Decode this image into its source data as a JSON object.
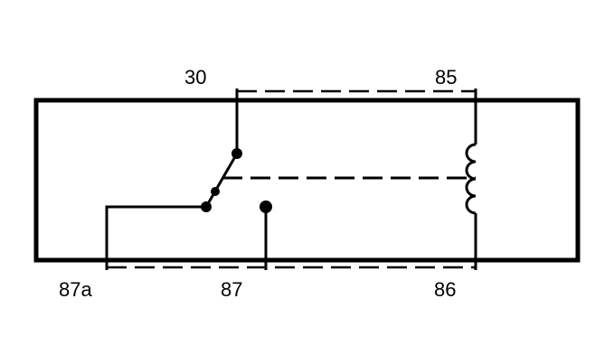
{
  "diagram": {
    "terminals": {
      "t30": "30",
      "t85": "85",
      "t87a": "87a",
      "t87": "87",
      "t86": "86"
    }
  }
}
